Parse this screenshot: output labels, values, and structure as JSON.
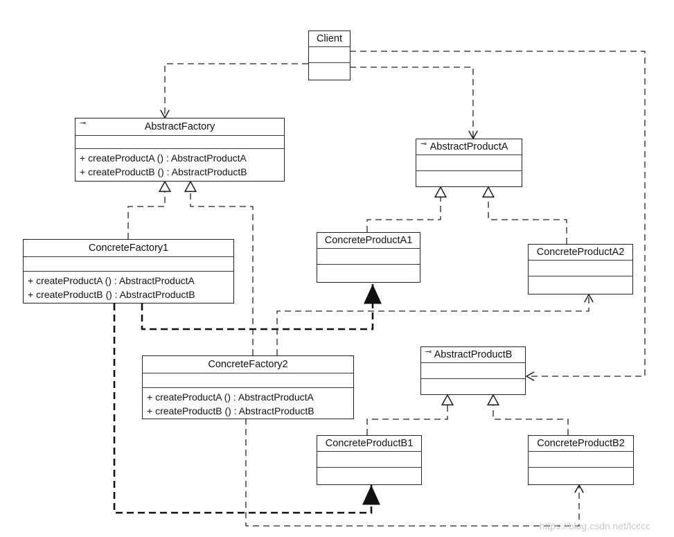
{
  "classes": {
    "client": {
      "name": "Client"
    },
    "abstract_factory": {
      "name": "AbstractFactory",
      "ops": [
        "+ createProductA () : AbstractProductA",
        "+ createProductB () : AbstractProductB"
      ]
    },
    "concrete_factory1": {
      "name": "ConcreteFactory1",
      "ops": [
        "+ createProductA () : AbstractProductA",
        "+ createProductB () : AbstractProductB"
      ]
    },
    "concrete_factory2": {
      "name": "ConcreteFactory2",
      "ops": [
        "+ createProductA () : AbstractProductA",
        "+ createProductB () : AbstractProductB"
      ]
    },
    "abstract_product_a": {
      "name": "AbstractProductA"
    },
    "concrete_product_a1": {
      "name": "ConcreteProductA1"
    },
    "concrete_product_a2": {
      "name": "ConcreteProductA2"
    },
    "abstract_product_b": {
      "name": "AbstractProductB"
    },
    "concrete_product_b1": {
      "name": "ConcreteProductB1"
    },
    "concrete_product_b2": {
      "name": "ConcreteProductB2"
    }
  },
  "interface_marker": "⊸",
  "watermark": "https://blog.csdn.net/lcccc"
}
